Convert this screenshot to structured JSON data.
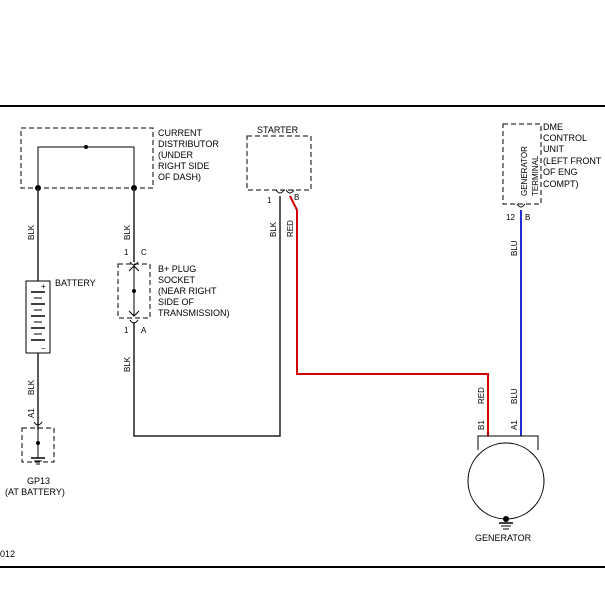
{
  "colors": {
    "black_wire": "#222222",
    "red_wire": "#d40000",
    "blue_wire": "#1f2fcf"
  },
  "components": {
    "current_distributor": [
      "CURRENT",
      "DISTRIBUTOR",
      "(UNDER",
      "RIGHT SIDE",
      "OF DASH)"
    ],
    "starter": [
      "STARTER"
    ],
    "dme": [
      "DME",
      "CONTROL",
      "UNIT",
      "(LEFT FRONT",
      "OF ENG",
      "COMPT)"
    ],
    "dme_internal": [
      "GENERATOR",
      "TERMINAL"
    ],
    "battery": [
      "BATTERY"
    ],
    "plug_socket": [
      "B+ PLUG",
      "SOCKET",
      "(NEAR RIGHT",
      "SIDE OF",
      "TRANSMISSION)"
    ],
    "ground": [
      "GP13",
      "(AT BATTERY)"
    ],
    "generator": [
      "GENERATOR"
    ]
  },
  "wires": {
    "blk_dist_battery": "BLK",
    "blk_dist_socket": "BLK",
    "blk_socket_down": "BLK",
    "blk_battery_ground": "BLK",
    "blk_starter": "BLK",
    "red_starter": "RED",
    "blu_dme": "BLU",
    "red_generator": "RED",
    "blu_generator": "BLU"
  },
  "pins": {
    "socket_c_num": "1",
    "socket_c": "C",
    "socket_a_num": "1",
    "socket_a": "A",
    "starter_1": "1",
    "starter_b": "B",
    "dme_12": "12",
    "dme_b": "B",
    "ground_a1": "A1",
    "gen_b1": "B1",
    "gen_a1": "A1"
  },
  "footer": {
    "diagram_id": "012"
  }
}
